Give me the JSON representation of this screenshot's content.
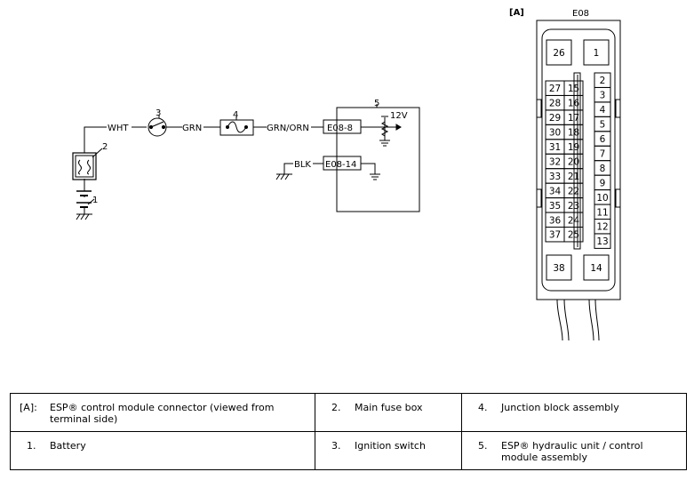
{
  "wiring": {
    "wire_wht": "WHT",
    "wire_grn": "GRN",
    "wire_grn_orn": "GRN/ORN",
    "wire_blk": "BLK",
    "term_e08_8": "E08-8",
    "term_e08_14": "E08-14",
    "voltage": "12V",
    "callout_1": "1",
    "callout_2": "2",
    "callout_3": "3",
    "callout_4": "4",
    "callout_5": "5"
  },
  "connector": {
    "ref_label": "[A]",
    "name": "E08",
    "pin_top_left": "26",
    "pin_top_right": "1",
    "pin_bottom_left": "38",
    "pin_bottom_right": "14",
    "left_col_a": [
      "27",
      "28",
      "29",
      "30",
      "31",
      "32",
      "33",
      "34",
      "35",
      "36",
      "37"
    ],
    "left_col_b": [
      "15",
      "16",
      "17",
      "18",
      "19",
      "20",
      "21",
      "22",
      "23",
      "24",
      "25"
    ],
    "right_col": [
      "2",
      "3",
      "4",
      "5",
      "6",
      "7",
      "8",
      "9",
      "10",
      "11",
      "12",
      "13"
    ]
  },
  "legend": [
    [
      {
        "key": "[A]:",
        "text": "ESP® control module connector (viewed from terminal side)"
      },
      {
        "key": "2.",
        "text": "Main fuse box"
      },
      {
        "key": "4.",
        "text": "Junction block assembly"
      }
    ],
    [
      {
        "key": "1.",
        "text": "Battery"
      },
      {
        "key": "3.",
        "text": "Ignition switch"
      },
      {
        "key": "5.",
        "text": "ESP® hydraulic unit / control module assembly"
      }
    ]
  ]
}
